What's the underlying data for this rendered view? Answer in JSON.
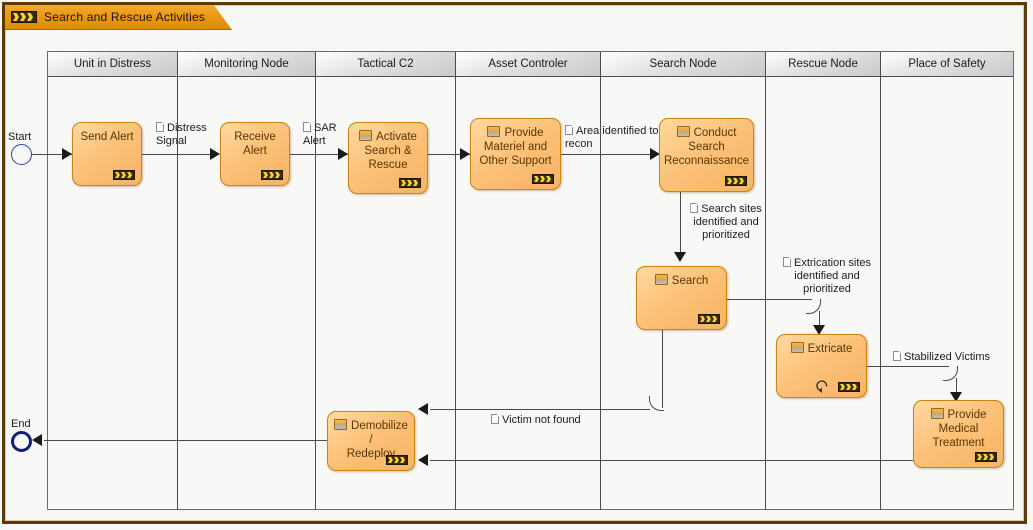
{
  "diagram": {
    "title": "Search and Rescue Activities",
    "title_icon": "subprocess-chevrons-icon",
    "frame_color": "#5b3a08",
    "tab_color": "#e89713",
    "activity_fill": "#fcc178",
    "activity_border": "#c8850f"
  },
  "lanes": [
    {
      "label": "Unit in Distress"
    },
    {
      "label": "Monitoring Node"
    },
    {
      "label": "Tactical C2"
    },
    {
      "label": "Asset Controler"
    },
    {
      "label": "Search Node"
    },
    {
      "label": "Rescue Node"
    },
    {
      "label": "Place of Safety"
    }
  ],
  "events": [
    {
      "name": "start",
      "label": "Start"
    },
    {
      "name": "end",
      "label": "End"
    }
  ],
  "activities": [
    {
      "id": "send-alert",
      "label": "Send Alert",
      "lane": "Unit in Distress",
      "has_task_icon": false,
      "has_subprocess_marker": true,
      "has_loop_marker": false
    },
    {
      "id": "receive-alert",
      "label": "Receive Alert",
      "lane": "Monitoring Node",
      "has_task_icon": false,
      "has_subprocess_marker": true,
      "has_loop_marker": false
    },
    {
      "id": "activate-sar",
      "label": "Activate\nSearch &\nRescue",
      "lane": "Tactical C2",
      "has_task_icon": true,
      "has_subprocess_marker": true,
      "has_loop_marker": false
    },
    {
      "id": "provide-materiel",
      "label": "Provide\nMateriel and\nOther Support",
      "lane": "Asset Controler",
      "has_task_icon": true,
      "has_subprocess_marker": true,
      "has_loop_marker": false
    },
    {
      "id": "conduct-recon",
      "label": "Conduct\nSearch\nReconnaissance",
      "lane": "Search Node",
      "has_task_icon": true,
      "has_subprocess_marker": true,
      "has_loop_marker": false
    },
    {
      "id": "search",
      "label": "Search",
      "lane": "Search Node",
      "has_task_icon": true,
      "has_subprocess_marker": true,
      "has_loop_marker": false
    },
    {
      "id": "extricate",
      "label": "Extricate",
      "lane": "Rescue Node",
      "has_task_icon": true,
      "has_subprocess_marker": true,
      "has_loop_marker": true
    },
    {
      "id": "provide-medical",
      "label": "Provide\nMedical\nTreatment",
      "lane": "Place of Safety",
      "has_task_icon": true,
      "has_subprocess_marker": true,
      "has_loop_marker": false
    },
    {
      "id": "demobilize",
      "label": "Demobilize /\nRedeploy",
      "lane": "Tactical C2",
      "has_task_icon": true,
      "has_subprocess_marker": true,
      "has_loop_marker": false
    }
  ],
  "flow_labels": [
    {
      "id": "distress-signal",
      "text": "Distress\nSignal",
      "from": "send-alert",
      "to": "receive-alert"
    },
    {
      "id": "sar-alert",
      "text": "SAR\nAlert",
      "from": "receive-alert",
      "to": "activate-sar"
    },
    {
      "id": "area-recon",
      "text": "Area identified to\nrecon",
      "from": "provide-materiel",
      "to": "conduct-recon"
    },
    {
      "id": "search-sites",
      "text": "Search sites\nidentified and\nprioritized",
      "from": "conduct-recon",
      "to": "search"
    },
    {
      "id": "extrication-sites",
      "text": "Extrication sites\nidentified and\nprioritized",
      "from": "search",
      "to": "extricate"
    },
    {
      "id": "stabilized-victims",
      "text": "Stabilized Victims",
      "from": "extricate",
      "to": "provide-medical"
    },
    {
      "id": "victim-not-found",
      "text": "Victim not found",
      "from": "search",
      "to": "demobilize"
    }
  ]
}
